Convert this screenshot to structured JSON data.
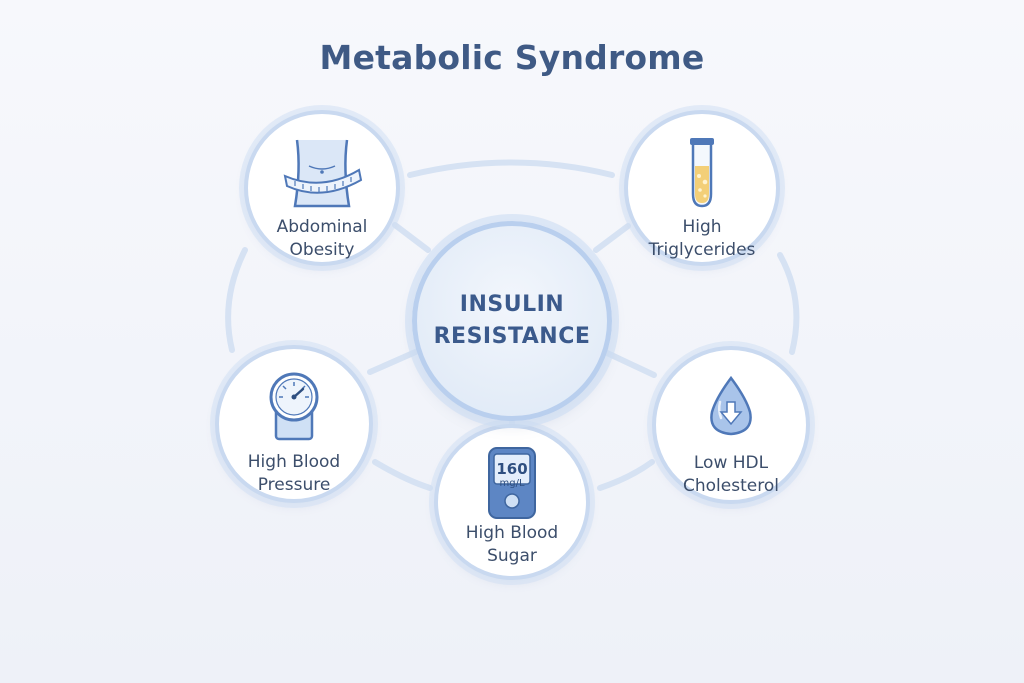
{
  "title": "Metabolic Syndrome",
  "center": {
    "line1": "INSULIN",
    "line2": "RESISTANCE"
  },
  "nodes": [
    {
      "icon": "waist-measuring-tape-icon",
      "line1": "Abdominal",
      "line2": "Obesity"
    },
    {
      "icon": "test-tube-icon",
      "line1": "High",
      "line2": "Triglycerides"
    },
    {
      "icon": "blood-pressure-gauge-icon",
      "line1": "High Blood",
      "line2": "Pressure"
    },
    {
      "icon": "glucose-meter-icon",
      "line1": "High Blood",
      "line2": "Sugar",
      "reading": "160",
      "unit": "mg/L"
    },
    {
      "icon": "blood-drop-down-arrow-icon",
      "line1": "Low HDL",
      "line2": "Cholesterol"
    }
  ],
  "colors": {
    "title": "#3f5a85",
    "text": "#3c4e6b",
    "center_text": "#3b5a8c",
    "ring": "#c9d9f0",
    "connector": "#d6e2f3",
    "icon": "#4f78b8",
    "icon_fill": "#cfe0f5"
  }
}
